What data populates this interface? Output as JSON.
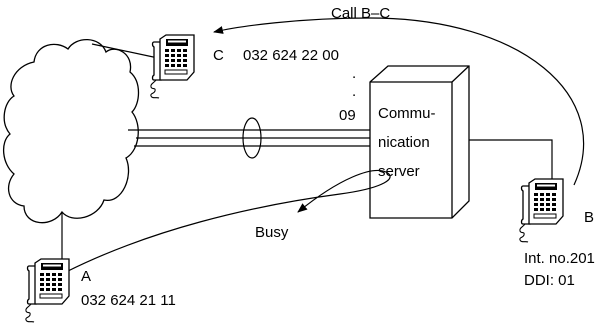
{
  "labels": {
    "call": "Call B–C",
    "station_c_letter": "C",
    "station_c_number": "032 624 22 00",
    "ellipsis_dot": ".",
    "range_end": "09",
    "server_line1": "Commu-",
    "server_line2": "nication",
    "server_line3": "server",
    "busy": "Busy",
    "station_a_letter": "A",
    "station_a_number": "032 624 21 11",
    "station_b_letter": "B",
    "station_b_int": "Int. no.201",
    "station_b_ddi": "DDI: 01"
  },
  "icons": {
    "phone": "desk-phone-icon",
    "network": "network-cloud",
    "bundle": "line-bundle-ellipse"
  },
  "colors": {
    "stroke": "#000000",
    "background": "#ffffff"
  }
}
